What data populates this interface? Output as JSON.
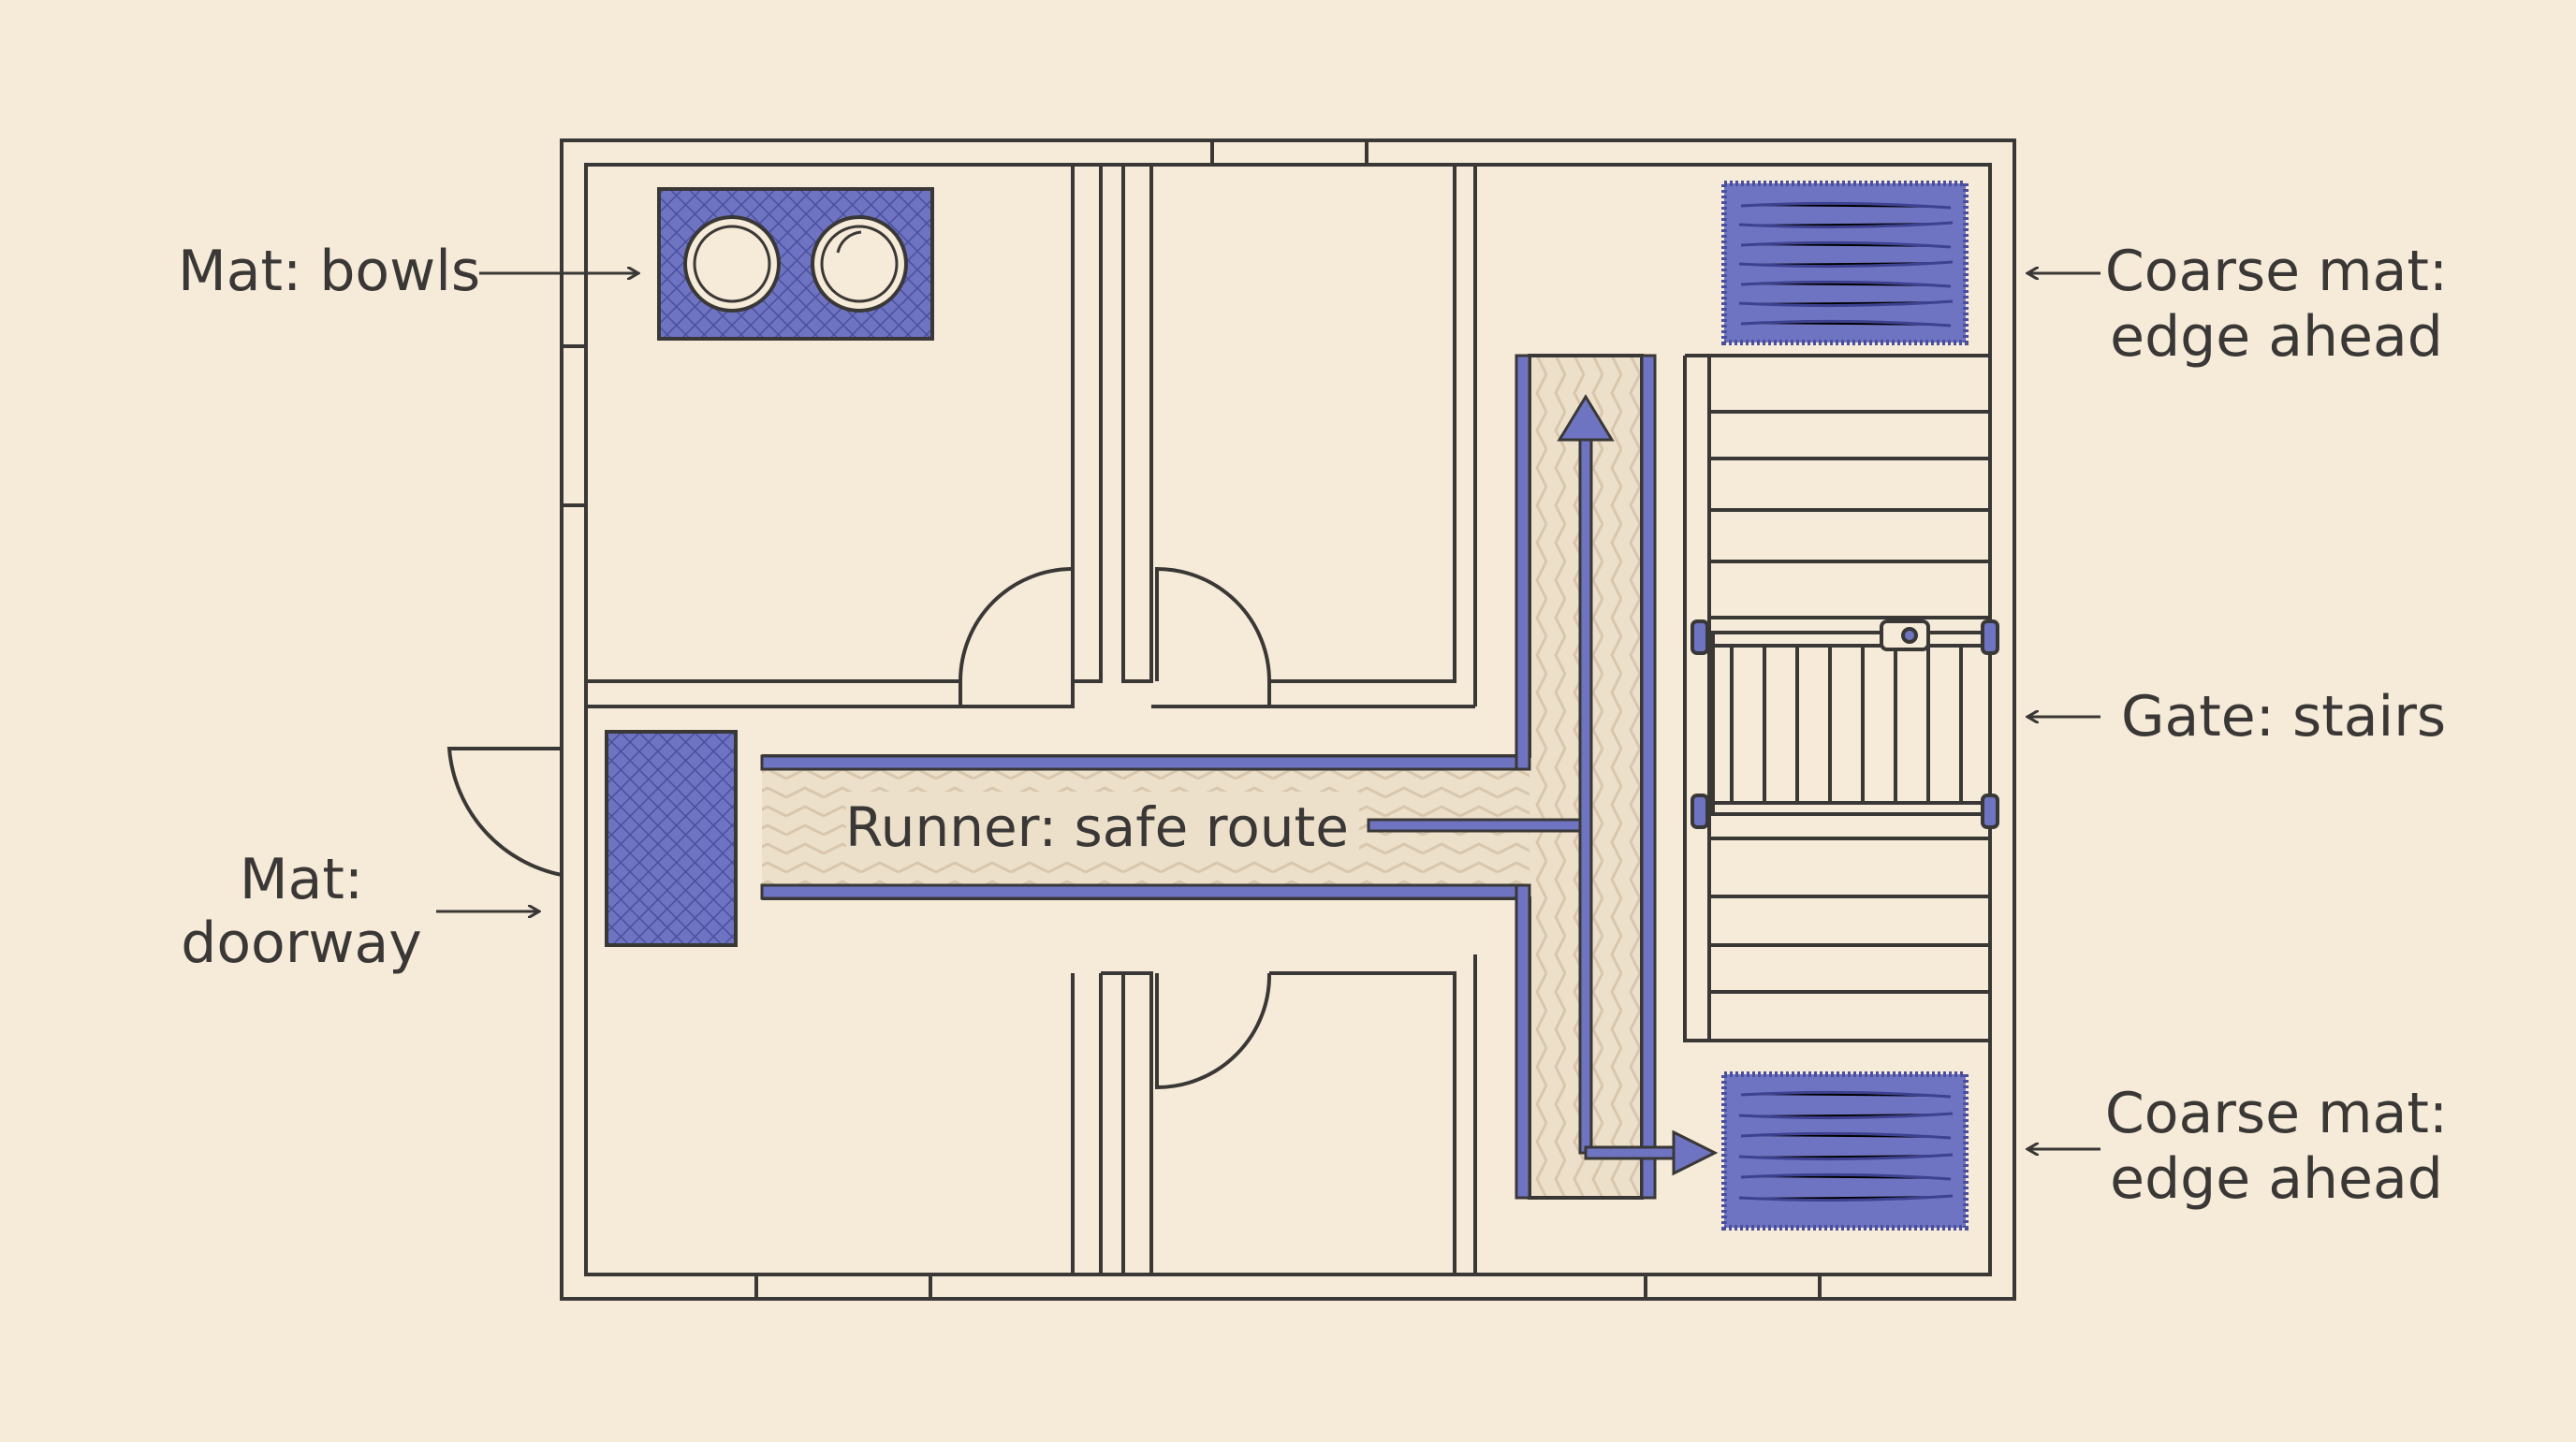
{
  "labels": {
    "mat_bowls": "Mat: bowls",
    "mat_doorway_line1": "Mat:",
    "mat_doorway_line2": "doorway",
    "runner": "Runner: safe route",
    "coarse_top_line1": "Coarse mat:",
    "coarse_top_line2": "edge ahead",
    "gate": "Gate: stairs",
    "coarse_bottom_line1": "Coarse mat:",
    "coarse_bottom_line2": "edge ahead"
  },
  "colors": {
    "background": "#f6ead8",
    "line": "#3a3836",
    "mat_blue": "#6f74c2",
    "mat_dark": "#4a4f9e",
    "runner_fill": "#ede0cb"
  }
}
